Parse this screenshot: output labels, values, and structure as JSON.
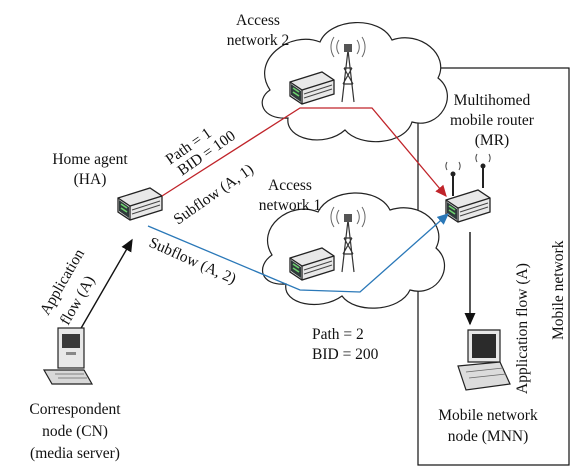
{
  "nodes": {
    "home_agent": {
      "line1": "Home agent",
      "line2": "(HA)"
    },
    "access_network_2": {
      "line1": "Access",
      "line2": "network 2"
    },
    "access_network_1": {
      "line1": "Access",
      "line2": "network 1"
    },
    "mobile_router": {
      "line1": "Multihomed",
      "line2": "mobile router",
      "line3": "(MR)"
    },
    "correspondent_node": {
      "line1": "Correspondent",
      "line2": "node (CN)",
      "line3": "(media server)"
    },
    "mobile_network_node": {
      "line1": "Mobile network",
      "line2": "node (MNN)"
    }
  },
  "labels": {
    "path1": "Path = 1",
    "bid100": "BID = 100",
    "subflow_a1": "Subflow (A, 1)",
    "subflow_a2": "Subflow (A, 2)",
    "path2": "Path = 2",
    "bid200": "BID = 200",
    "app_flow_left_1": "Application",
    "app_flow_left_2": "flow (A)",
    "app_flow_right": "Application flow (A)",
    "mobile_network": "Mobile network"
  },
  "colors": {
    "subflow1": "#c0242a",
    "subflow2": "#2a78b8",
    "line": "#111111"
  }
}
